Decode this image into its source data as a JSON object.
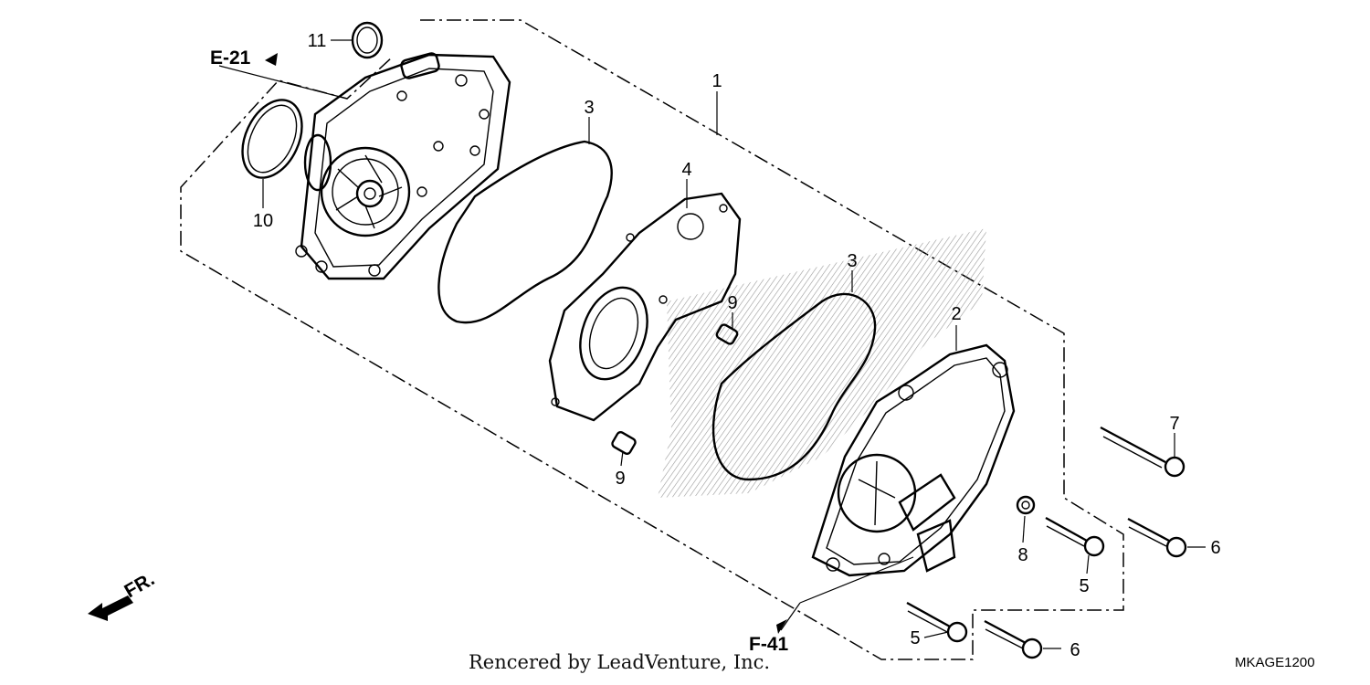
{
  "diagram": {
    "callouts": [
      {
        "id": "callout-1",
        "text": "1"
      },
      {
        "id": "callout-2",
        "text": "2"
      },
      {
        "id": "callout-3a",
        "text": "3"
      },
      {
        "id": "callout-3b",
        "text": "3"
      },
      {
        "id": "callout-4",
        "text": "4"
      },
      {
        "id": "callout-5a",
        "text": "5"
      },
      {
        "id": "callout-5b",
        "text": "5"
      },
      {
        "id": "callout-6a",
        "text": "6"
      },
      {
        "id": "callout-6b",
        "text": "6"
      },
      {
        "id": "callout-7",
        "text": "7"
      },
      {
        "id": "callout-8",
        "text": "8"
      },
      {
        "id": "callout-9a",
        "text": "9"
      },
      {
        "id": "callout-9b",
        "text": "9"
      },
      {
        "id": "callout-10",
        "text": "10"
      },
      {
        "id": "callout-11",
        "text": "11"
      }
    ],
    "references": {
      "e21": "E-21",
      "f41": "F-41"
    },
    "front_marker": "FR.",
    "credit": "Rencered by LeadVenture, Inc.",
    "code": "MKAGE1200"
  }
}
